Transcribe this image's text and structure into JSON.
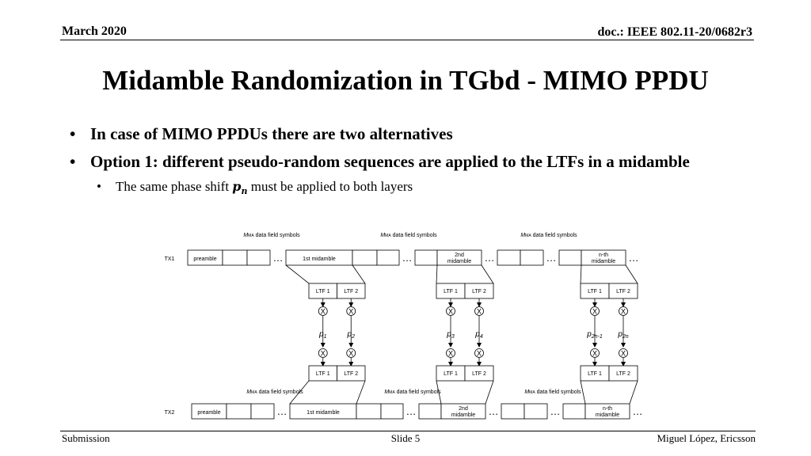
{
  "header": {
    "date": "March 2020",
    "doc": "doc.: IEEE 802.11-20/0682r3"
  },
  "title": "Midamble Randomization in TGbd - MIMO PPDU",
  "bullets": [
    "In case of MIMO PPDUs there are two alternatives",
    "Option 1: different pseudo-random sequences are applied to the LTFs in a midamble"
  ],
  "sub_bullet": {
    "before": "The same phase shift ",
    "symbol": "p",
    "subscript": "n",
    "after": " must be applied to both layers"
  },
  "diagram": {
    "mma_symbol": "M",
    "mma_subscript": "MA",
    "data_field_label": " data field symbols",
    "tx1_label": "TX1",
    "tx2_label": "TX2",
    "preamble": "preamble",
    "first_midamble": "1st midamble",
    "second_midamble_line1": "2nd",
    "second_midamble_line2": "midamble",
    "nth_midamble_line1": "n-th",
    "nth_midamble_line2": "midamble",
    "ellipsis": "…",
    "ltf1": "LTF 1",
    "ltf2": "LTF 2",
    "multiply": "X",
    "phase_symbol": "p",
    "phase_subscripts": [
      "1",
      "2",
      "3",
      "4",
      "2n-1",
      "2n"
    ]
  },
  "footer": {
    "left": "Submission",
    "center": "Slide 5",
    "right": "Miguel López, Ericsson"
  }
}
